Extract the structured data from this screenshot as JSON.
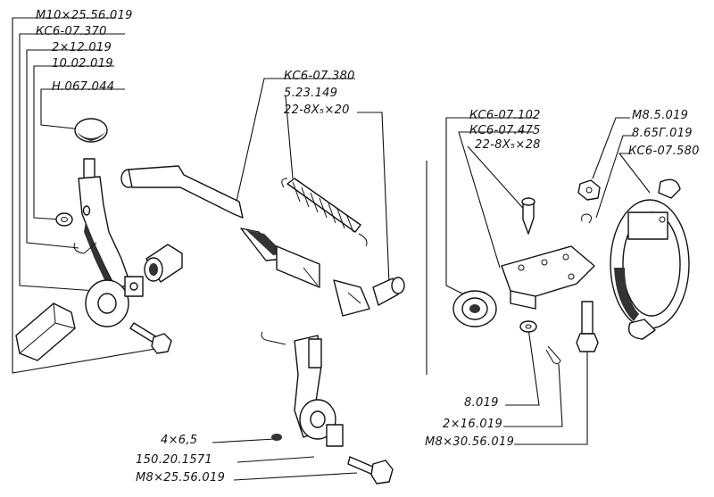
{
  "labels": {
    "l1": "M10×25.56.019",
    "l2": "КС6-07.370",
    "l3": "2×12.019",
    "l4": "10.02.019",
    "l5": "Н.067.044",
    "c1": "КС6-07.380",
    "c2": "5.23.149",
    "c3": "22-8X₅×20",
    "r1": "КС6-07.102",
    "r2": "КС6-07.475",
    "r3": "22-8X₅×28",
    "r4": "M8.5.019",
    "r5": "8.65Г.019",
    "r6": "КС6-07.580",
    "b1": "8.019",
    "b2": "2×16.019",
    "b3": "M8×30.56.019",
    "m1": "4×6,5",
    "m2": "150.20.1571",
    "m3": "M8×25.56.019"
  }
}
